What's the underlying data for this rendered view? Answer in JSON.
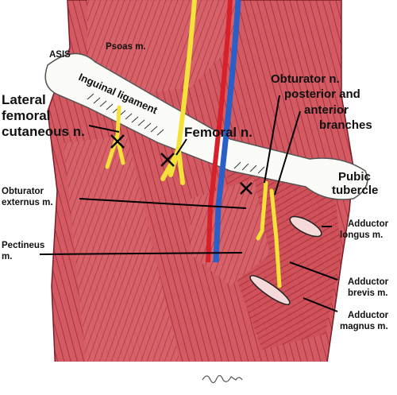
{
  "labels": {
    "asis": "ASIS",
    "psoas": "Psoas m.",
    "inguinal_ligament": "Inguinal ligament",
    "lateral_femoral_1": "Lateral",
    "lateral_femoral_2": "femoral",
    "lateral_femoral_3": "cutaneous n.",
    "femoral_n": "Femoral n.",
    "obturator_1": "Obturator n.",
    "obturator_2": "posterior and",
    "obturator_3": "anterior",
    "obturator_4": "branches",
    "pubic_1": "Pubic",
    "pubic_2": "tubercle",
    "obt_ext_1": "Obturator",
    "obt_ext_2": "externus m.",
    "pectineus_1": "Pectineus",
    "pectineus_2": "m.",
    "add_longus_1": "Adductor",
    "add_longus_2": "longus m.",
    "add_brevis_1": "Adductor",
    "add_brevis_2": "brevis m.",
    "add_magnus_1": "Adductor",
    "add_magnus_2": "magnus m."
  },
  "colors": {
    "muscle": "#c8454f",
    "muscle_light": "#e8868c",
    "ligament": "#ffffff",
    "nerve": "#f4e23a",
    "artery": "#d8202a",
    "vein": "#2a5fc8"
  }
}
